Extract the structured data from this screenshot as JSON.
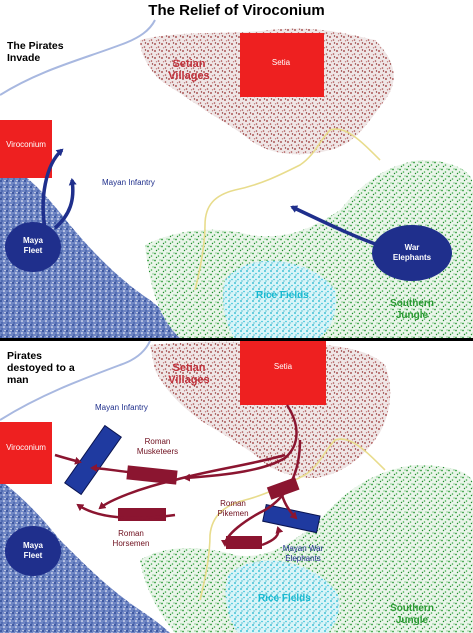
{
  "title": "The Relief of Viroconium",
  "panels": {
    "top": {
      "caption_line1": "The Pirates",
      "caption_line2": "Invade",
      "setian_line1": "Setian",
      "setian_line2": "Villages",
      "setia": "Setia",
      "viroconium": "Viroconium",
      "mayan_infantry": "Mayan Infantry",
      "maya_fleet_line1": "Maya",
      "maya_fleet_line2": "Fleet",
      "war_elephants_line1": "War",
      "war_elephants_line2": "Elephants",
      "rice_fields": "Rice Fields",
      "southern_jungle_line1": "Southern",
      "southern_jungle_line2": "Jungle"
    },
    "bottom": {
      "caption_line1": "Pirates",
      "caption_line2": "destoyed to a",
      "caption_line3": "man",
      "setian_line1": "Setian",
      "setian_line2": "Villages",
      "setia": "Setia",
      "viroconium": "Viroconium",
      "mayan_infantry": "Mayan Infantry",
      "roman_musketeers_line1": "Roman",
      "roman_musketeers_line2": "Musketeers",
      "roman_pikemen_line1": "Roman",
      "roman_pikemen_line2": "Pikemen",
      "roman_horsemen_line1": "Roman",
      "roman_horsemen_line2": "Horsemen",
      "mayan_war_elephants_line1": "Mayan War",
      "mayan_war_elephants_line2": "Elephants",
      "maya_fleet_line1": "Maya",
      "maya_fleet_line2": "Fleet",
      "rice_fields": "Rice Fields",
      "southern_jungle_line1": "Southern",
      "southern_jungle_line2": "Jungle"
    }
  },
  "colors": {
    "sea": "#2f4f9a",
    "hills": "#9a3a3a",
    "jungle": "#2f9a3a",
    "rice": "#21b5cf",
    "roman": "#8b1530",
    "maya": "#1f2f8c",
    "town": "#ee2020",
    "road": "#e8dc8c"
  }
}
